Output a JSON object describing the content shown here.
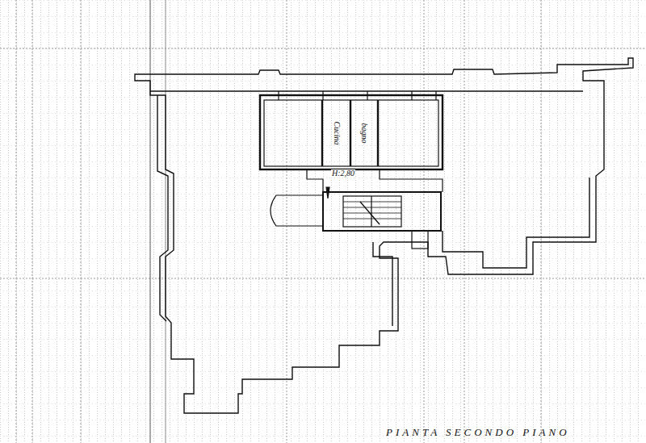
{
  "diagram": {
    "caption": "PIANTA SECONDO PIANO",
    "nodes": [
      {
        "text": [
          "Cucina"
        ]
      },
      {
        "text": [
          "bagno"
        ]
      }
    ],
    "labels": [
      "H:2,80"
    ]
  }
}
